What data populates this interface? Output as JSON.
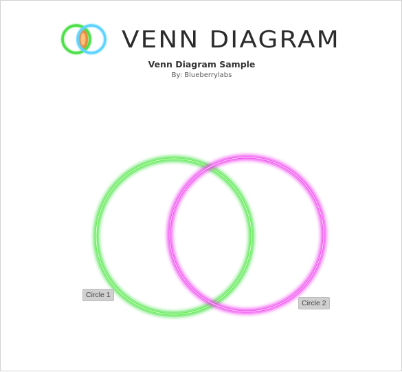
{
  "header": {
    "logo_text": "VENN DIAGRAM",
    "title": "Venn Diagram Sample",
    "byline": "By: Blueberrylabs"
  },
  "logo_colors": {
    "left_ring": "#4ee04a",
    "right_ring": "#5fd4ff",
    "overlap": "#f08a3c",
    "wordmark": "#2b2b2b"
  },
  "diagram": {
    "circles": [
      {
        "label": "Circle 1",
        "color": "#33dd33"
      },
      {
        "label": "Circle 2",
        "color": "#ee33ee"
      }
    ]
  }
}
